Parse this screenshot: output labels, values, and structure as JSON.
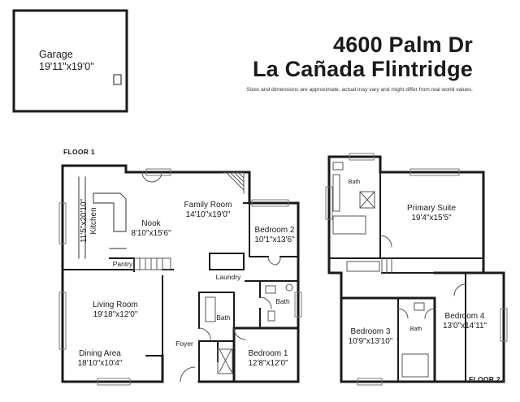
{
  "header": {
    "address_line1": "4600 Palm Dr",
    "address_line2": "La Cañada Flintridge",
    "disclaimer": "Sizes and dimensions are approximate, actual may vary and might differ from real world values."
  },
  "floor1": {
    "label": "FLOOR 1",
    "rooms": {
      "garage": {
        "name": "Garage",
        "size": "19'11\"x19'0\""
      },
      "kitchen": {
        "name": "Kitchen",
        "size": "11'5\"x20'10\""
      },
      "nook": {
        "name": "Nook",
        "size": "8'10\"x15'6\""
      },
      "family_room": {
        "name": "Family Room",
        "size": "14'10\"x19'0\""
      },
      "bedroom2": {
        "name": "Bedroom 2",
        "size": "10'1\"x13'6\""
      },
      "pantry": {
        "name": "Pantry"
      },
      "laundry": {
        "name": "Laundry"
      },
      "living_room": {
        "name": "Living Room",
        "size": "19'18\"x12'0\""
      },
      "bath_a": {
        "name": "Bath"
      },
      "bath_b": {
        "name": "Bath"
      },
      "foyer": {
        "name": "Foyer"
      },
      "dining_area": {
        "name": "Dining Area",
        "size": "18'10\"x10'4\""
      },
      "bedroom1": {
        "name": "Bedroom 1",
        "size": "12'8\"x12'0\""
      }
    }
  },
  "floor2": {
    "label": "FLOOR 2",
    "rooms": {
      "bath_top": {
        "name": "Bath"
      },
      "primary_suite": {
        "name": "Primary Suite",
        "size": "19'4\"x15'5\""
      },
      "bedroom3": {
        "name": "Bedroom 3",
        "size": "10'9\"x13'10\""
      },
      "bath_mid": {
        "name": "Bath"
      },
      "bedroom4": {
        "name": "Bedroom 4",
        "size": "13'0\"x14'11\""
      }
    }
  },
  "colors": {
    "wall": "#1a1a1a",
    "fixture": "#555555",
    "background": "#ffffff"
  }
}
